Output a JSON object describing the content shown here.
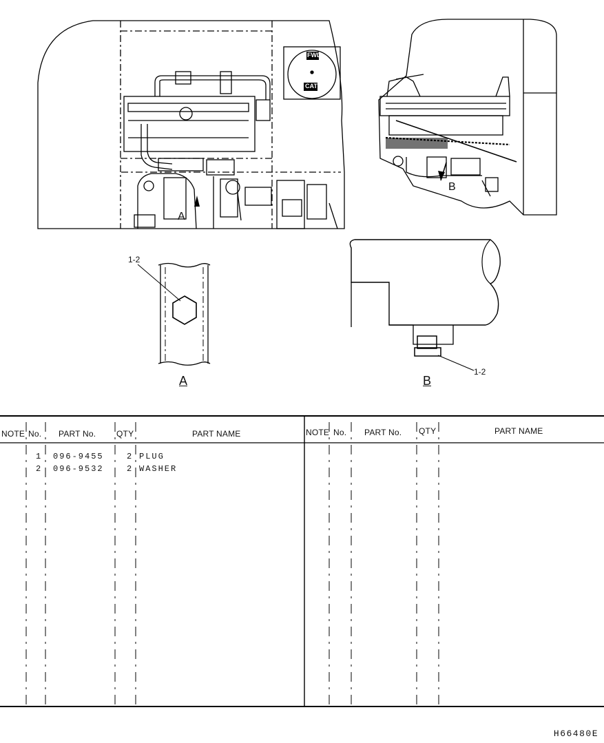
{
  "drawing": {
    "left_view_labels": {
      "fwd": "FWD",
      "cat": "CAT",
      "detail_a": "A"
    },
    "right_view_labels": {
      "detail_b": "B"
    },
    "detail_a": {
      "label": "A",
      "callout": "1-2"
    },
    "detail_b": {
      "label": "B",
      "callout": "1-2"
    }
  },
  "table": {
    "headers_left": {
      "note": "NOTE",
      "no": "No.",
      "part_no": "PART No.",
      "qty": "QTY",
      "part_name": "PART NAME"
    },
    "headers_right": {
      "note": "NOTE",
      "no": "No.",
      "part_no": "PART No.",
      "qty": "QTY",
      "part_name": "PART NAME"
    },
    "rows": [
      {
        "no": "1",
        "part_no": "096-9455",
        "qty": "2",
        "part_name": "PLUG"
      },
      {
        "no": "2",
        "part_no": "096-9532",
        "qty": "2",
        "part_name": "WASHER"
      }
    ]
  },
  "footer": {
    "doc_code": "H66480E"
  }
}
